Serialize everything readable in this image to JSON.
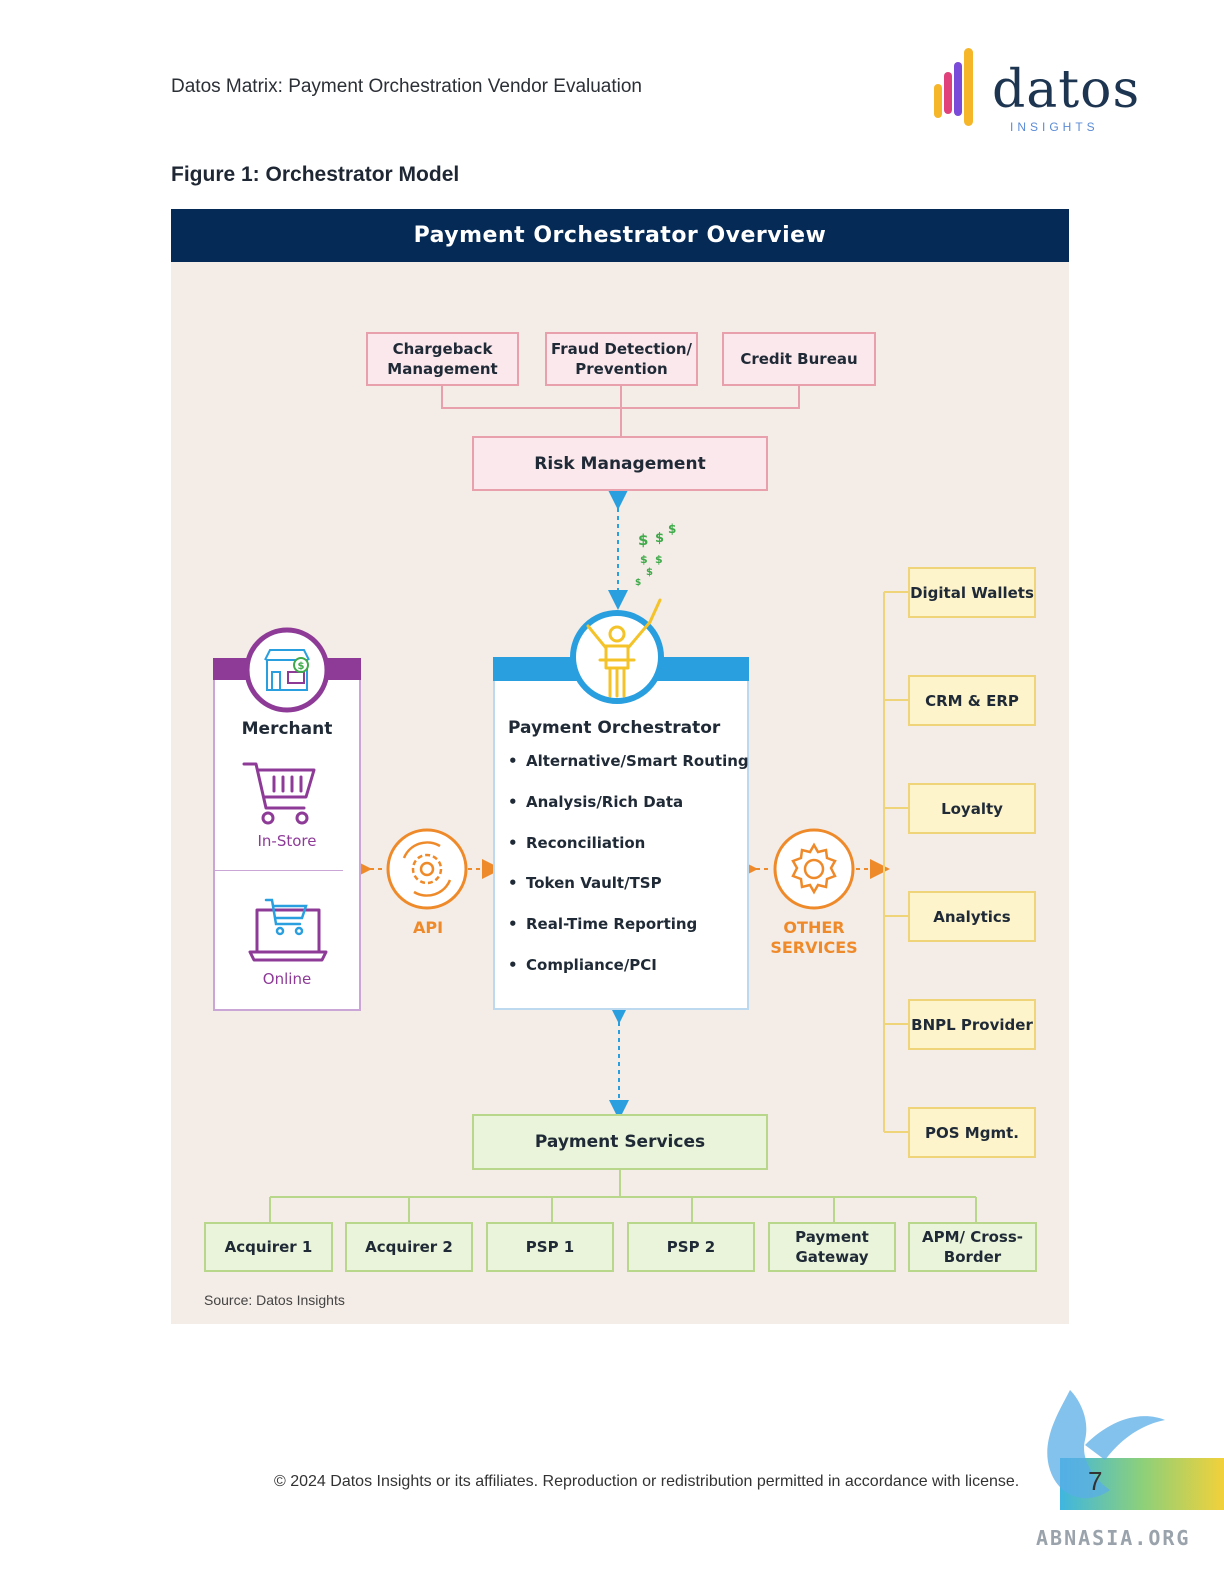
{
  "header": {
    "doc_title": "Datos Matrix: Payment Orchestration Vendor Evaluation"
  },
  "logo": {
    "word": "datos",
    "sub": "INSIGHTS"
  },
  "figure": {
    "title": "Figure 1: Orchestrator Model",
    "panel_title": "Payment Orchestrator Overview",
    "risk_sources": [
      "Chargeback Management",
      "Fraud Detection/ Prevention",
      "Credit Bureau"
    ],
    "risk_management": "Risk Management",
    "merchant": {
      "title": "Merchant",
      "in_store": "In-Store",
      "online": "Online"
    },
    "api_label": "API",
    "orchestrator": {
      "title": "Payment Orchestrator",
      "features": [
        "Alternative/Smart Routing",
        "Analysis/Rich Data",
        "Reconciliation",
        "Token Vault/TSP",
        "Real-Time Reporting",
        "Compliance/PCI"
      ]
    },
    "other_services_label": "OTHER SERVICES",
    "other_services": [
      "Digital Wallets",
      "CRM & ERP",
      "Loyalty",
      "Analytics",
      "BNPL Provider",
      "POS Mgmt."
    ],
    "payment_services": "Payment Services",
    "payment_providers": [
      "Acquirer 1",
      "Acquirer 2",
      "PSP 1",
      "PSP 2",
      "Payment Gateway",
      "APM/ Cross-Border"
    ],
    "source": "Source: Datos Insights"
  },
  "footer": {
    "copyright": "© 2024 Datos Insights or its affiliates. Reproduction or redistribution permitted in accordance with license.",
    "page_number": "7"
  },
  "watermark": "ABNASIA.ORG",
  "colors": {
    "navy": "#052a56",
    "panel_bg": "#f4ece6",
    "risk_pink": "#e8a0ad",
    "services_yellow": "#f0d47a",
    "payment_green": "#b8d78a",
    "merchant_purple": "#8e3b98",
    "orchestrator_blue": "#2a9fe0",
    "orange": "#ef8a2a"
  }
}
